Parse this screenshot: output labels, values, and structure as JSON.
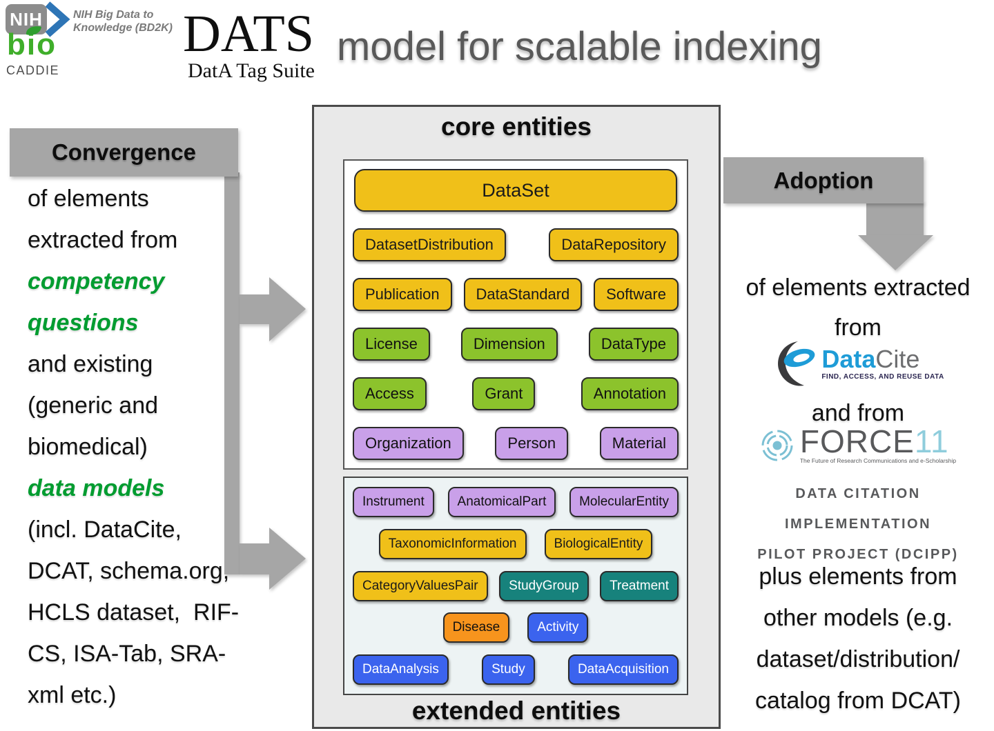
{
  "header": {
    "nih": "NIH",
    "bd2k_line1": "NIH Big Data to",
    "bd2k_line2": "Knowledge (BD2K)",
    "bio": "bio",
    "caddie": "CADDIE",
    "title_acronym": "DATS",
    "title_sub": "DatA Tag Suite",
    "title_main": "model for scalable indexing"
  },
  "left_panel": {
    "banner": "Convergence",
    "lines": [
      {
        "text": "of elements",
        "green": false
      },
      {
        "text": "extracted from",
        "green": false
      },
      {
        "text": "competency",
        "green": true
      },
      {
        "text": "questions",
        "green": true
      },
      {
        "text": "and existing",
        "green": false
      },
      {
        "text": "(generic and",
        "green": false
      },
      {
        "text": "biomedical)",
        "green": false
      },
      {
        "text": "data models",
        "green": true
      },
      {
        "text": "(incl. DataCite,",
        "green": false
      },
      {
        "text": "DCAT, schema.org,",
        "green": false
      },
      {
        "text": "HCLS dataset,  RIF-",
        "green": false
      },
      {
        "text": "CS, ISA-Tab, SRA-",
        "green": false
      },
      {
        "text": "xml etc.)",
        "green": false
      }
    ]
  },
  "center": {
    "core_label": "core entities",
    "extended_label": "extended entities",
    "core_rows": [
      {
        "align": "between",
        "pills": [
          {
            "label": "DataSet",
            "color": "yellow",
            "wide": true
          }
        ]
      },
      {
        "align": "between",
        "pills": [
          {
            "label": "DatasetDistribution",
            "color": "yellow"
          },
          {
            "label": "DataRepository",
            "color": "yellow"
          }
        ]
      },
      {
        "align": "between",
        "pills": [
          {
            "label": "Publication",
            "color": "yellow"
          },
          {
            "label": "DataStandard",
            "color": "yellow"
          },
          {
            "label": "Software",
            "color": "yellow"
          }
        ]
      },
      {
        "align": "between",
        "pills": [
          {
            "label": "License",
            "color": "green"
          },
          {
            "label": "Dimension",
            "color": "green"
          },
          {
            "label": "DataType",
            "color": "green"
          }
        ]
      },
      {
        "align": "between",
        "pills": [
          {
            "label": "Access",
            "color": "green"
          },
          {
            "label": "Grant",
            "color": "green"
          },
          {
            "label": "Annotation",
            "color": "green"
          }
        ]
      },
      {
        "align": "between",
        "pills": [
          {
            "label": "Organization",
            "color": "purple"
          },
          {
            "label": "Person",
            "color": "purple"
          },
          {
            "label": "Material",
            "color": "purple"
          }
        ]
      }
    ],
    "extended_rows": [
      {
        "align": "between",
        "pills": [
          {
            "label": "Instrument",
            "color": "purple"
          },
          {
            "label": "AnatomicalPart",
            "color": "purple"
          },
          {
            "label": "MolecularEntity",
            "color": "purple"
          }
        ]
      },
      {
        "align": "center",
        "pills": [
          {
            "label": "TaxonomicInformation",
            "color": "yellow"
          },
          {
            "label": "BiologicalEntity",
            "color": "yellow"
          }
        ]
      },
      {
        "align": "between",
        "pills": [
          {
            "label": "CategoryValuesPair",
            "color": "yellow"
          },
          {
            "label": "StudyGroup",
            "color": "teal"
          },
          {
            "label": "Treatment",
            "color": "teal"
          }
        ]
      },
      {
        "align": "center",
        "pills": [
          {
            "label": "Disease",
            "color": "orange"
          },
          {
            "label": "Activity",
            "color": "blue"
          }
        ]
      },
      {
        "align": "between",
        "pills": [
          {
            "label": "DataAnalysis",
            "color": "blue"
          },
          {
            "label": "Study",
            "color": "blue"
          },
          {
            "label": "DataAcquisition",
            "color": "blue"
          }
        ]
      }
    ]
  },
  "right_panel": {
    "banner": "Adoption",
    "line1": "of elements extracted",
    "line2": "from",
    "datacite_name_blue": "Data",
    "datacite_name_gray": "Cite",
    "datacite_tagline": "FIND, ACCESS, AND REUSE DATA",
    "and_from": "and from",
    "force11_name": "FORCE",
    "force11_number": "11",
    "force11_tagline": "The Future of Research Communications and e-Scholarship",
    "dcipp_line1": "DATA CITATION IMPLEMENTATION",
    "dcipp_line2": "PILOT PROJECT (DCIPP)",
    "closing_lines": [
      "plus elements from",
      "other models (e.g.",
      "dataset/distribution/",
      "catalog from DCAT)"
    ]
  },
  "colors": {
    "yellow": "#F0C019",
    "green": "#8CC32C",
    "purple": "#C9A0E9",
    "teal": "#17827C",
    "orange": "#F7941D",
    "blue": "#3B63EE",
    "arrow_gray": "#A6A6A6",
    "title_gray": "#595959",
    "green_text": "#009C30",
    "datacite_blue": "#1E9CD7",
    "force11_blue": "#8FCDDC",
    "logo_gray": "#58595B"
  }
}
